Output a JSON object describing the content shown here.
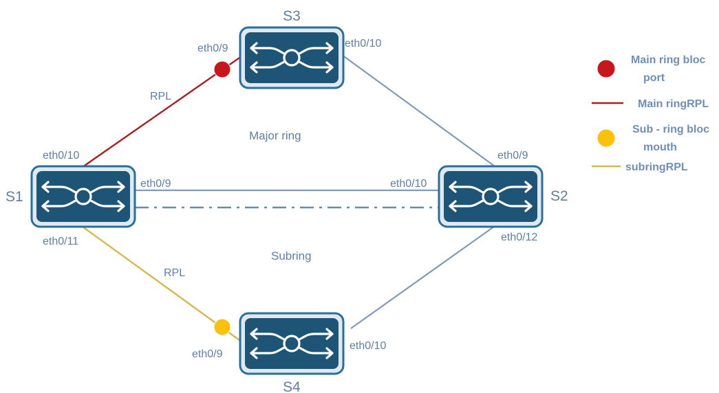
{
  "colors": {
    "major_link": "#8199b8",
    "main_rpl": "#a81e23",
    "sub_rpl": "#d8b74e",
    "virtual_link": "#6f87a6",
    "switch_fill": "#1e5577",
    "switch_border": "#2a6f98",
    "block_main": "#c8161d",
    "block_sub": "#fbc10d",
    "label": "#5f7ea6"
  },
  "switches": {
    "s1": {
      "name": "S1",
      "icon": "switch-icon"
    },
    "s2": {
      "name": "S2",
      "icon": "switch-icon"
    },
    "s3": {
      "name": "S3",
      "icon": "switch-icon"
    },
    "s4": {
      "name": "S4",
      "icon": "switch-icon"
    }
  },
  "ports": {
    "s3_eth0_9": "eth0/9",
    "s3_eth0_10": "eth0/10",
    "s1_eth0_10": "eth0/10",
    "s1_eth0_9": "eth0/9",
    "s1_eth0_11": "eth0/11",
    "s2_eth0_9": "eth0/9",
    "s2_eth0_10": "eth0/10",
    "s2_eth0_12": "eth0/12",
    "s4_eth0_9": "eth0/9",
    "s4_eth0_10": "eth0/10"
  },
  "rpl_labels": {
    "main": "RPL",
    "sub": "RPL"
  },
  "ring_labels": {
    "major": "Major ring",
    "sub": "Subring"
  },
  "legend": {
    "main_block_line1": "Main ring bloc",
    "main_block_line2": "port",
    "main_rpl": "Main ringRPL",
    "sub_block_line1": "Sub - ring bloc",
    "sub_block_line2": "mouth",
    "sub_rpl": "subringRPL"
  }
}
